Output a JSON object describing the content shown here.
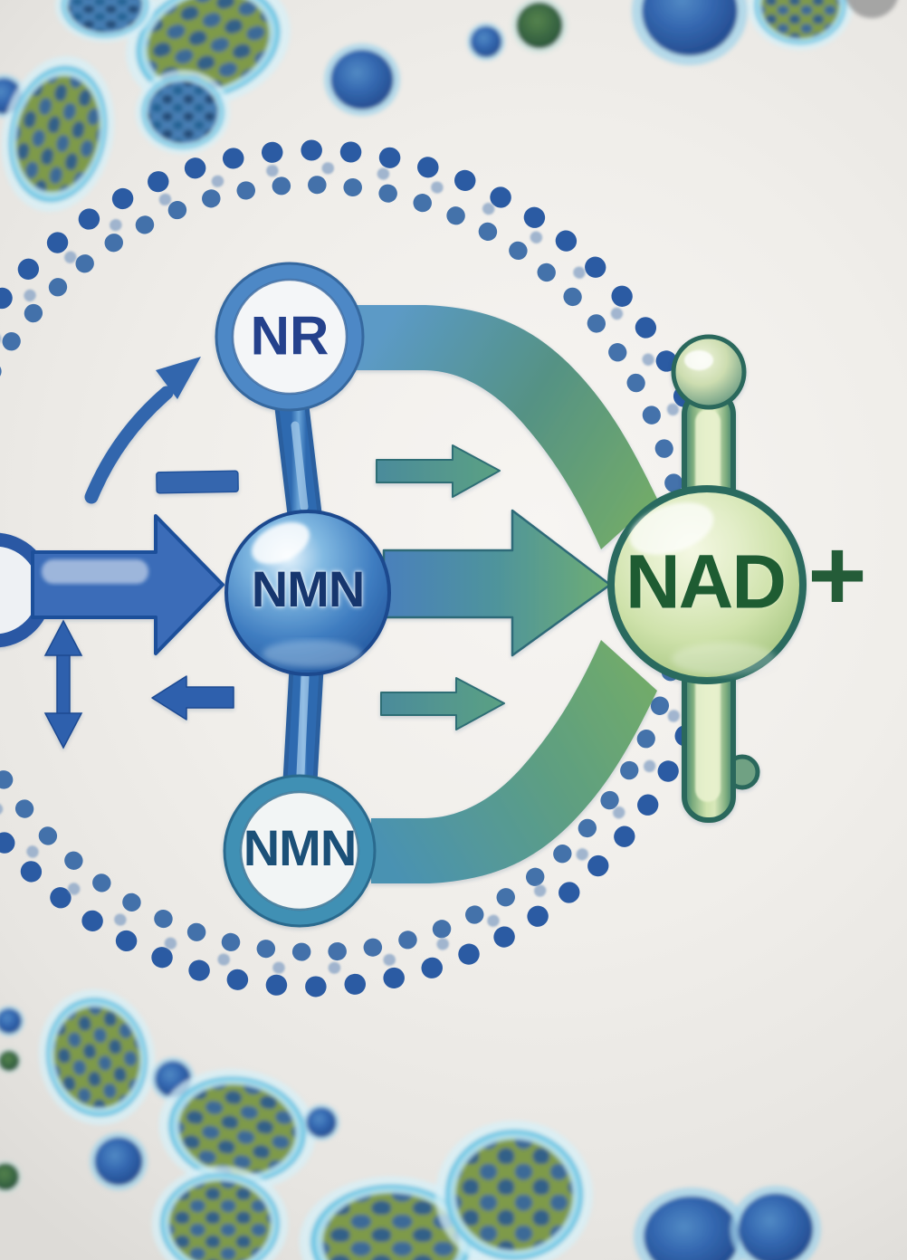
{
  "illustration": {
    "type": "scientific-pathway-illustration",
    "subject": "NAD+ precursor pathway: NR and NMN converting to NAD+ across a dotted cell-membrane ring, surrounded by microbe/cell artwork"
  },
  "labels": {
    "nr": "NR",
    "nmn_center": "NMN",
    "nmn_bottom": "NMN",
    "nad": "NAD",
    "plus": "+"
  },
  "nodes": [
    {
      "id": "precursor-external",
      "label": "",
      "shape": "partial-ring-at-left-edge",
      "color": "#2a58a4"
    },
    {
      "id": "nr",
      "label": "NR",
      "shape": "outlined-circle",
      "ring_color": "#4e88c6",
      "text_color": "#24418c"
    },
    {
      "id": "nmn-center",
      "label": "NMN",
      "shape": "glossy-blue-sphere",
      "color": "#3e7cc0",
      "text_color": "#16366e"
    },
    {
      "id": "nmn-bottom",
      "label": "NMN",
      "shape": "outlined-circle",
      "ring_color": "#4090b4",
      "text_color": "#1b5078"
    },
    {
      "id": "nad",
      "label": "NAD+",
      "shape": "glossy-green-sphere-with-dumbbell-rod",
      "color": "#b1cd8c",
      "text_color": "#1e5c32"
    }
  ],
  "edges": [
    {
      "from": "precursor-external",
      "to": "nmn-center",
      "style": "large-blue-arrow-right"
    },
    {
      "from": "nmn-center",
      "to": "nr",
      "style": "vertical-rod-connector"
    },
    {
      "from": "nmn-center",
      "to": "nmn-bottom",
      "style": "vertical-rod-connector"
    },
    {
      "from": "membrane",
      "to": "nr",
      "style": "curved-blue-arrow-up-right"
    },
    {
      "from": "nr",
      "to": "nmn-center",
      "style": "short-horizontal-dash"
    },
    {
      "from": "precursor-external",
      "to": "precursor-external",
      "style": "double-headed-vertical-arrow"
    },
    {
      "from": "nmn-center",
      "to": "precursor-external",
      "style": "small-blue-arrow-left"
    },
    {
      "from": "nr",
      "to": "nad",
      "style": "wide-curved-band-blue-to-green"
    },
    {
      "from": "nmn-center",
      "to": "nad",
      "style": "large-gradient-arrow-blue-to-green"
    },
    {
      "from": "nmn-center",
      "to": "nad",
      "style": "small-teal-arrow-right-upper"
    },
    {
      "from": "nmn-bottom",
      "to": "nad",
      "style": "small-teal-arrow-right-lower"
    },
    {
      "from": "nmn-bottom",
      "to": "nad",
      "style": "wide-curved-band-teal-to-green"
    }
  ],
  "membrane": {
    "style": "double-row-dotted-ring",
    "dot_colors": [
      "#2b5ba3",
      "#3a6aa6",
      "#93abc9"
    ]
  },
  "background_cells": {
    "description": "blurred blue/green microbe cells with honeycomb interiors and solid blue blobs in top-left, top-right, bottom-left and bottom-right corners",
    "membrane_glow": "#64c2e2",
    "interior_green": "#7a9742",
    "interior_blue": "#3f7ab2",
    "blob_blue": "#2c62ae"
  },
  "colors": {
    "background": "#f0eeea",
    "blue_arrow": "#3a6cb8",
    "blue_accent": "#2e61ad",
    "teal_arrow": "#4b8b9b",
    "green_arrow": "#6fae73",
    "nad_ring": "#2a6b5e",
    "nad_body": "#cfe2ab",
    "plus_green": "#245c38"
  }
}
